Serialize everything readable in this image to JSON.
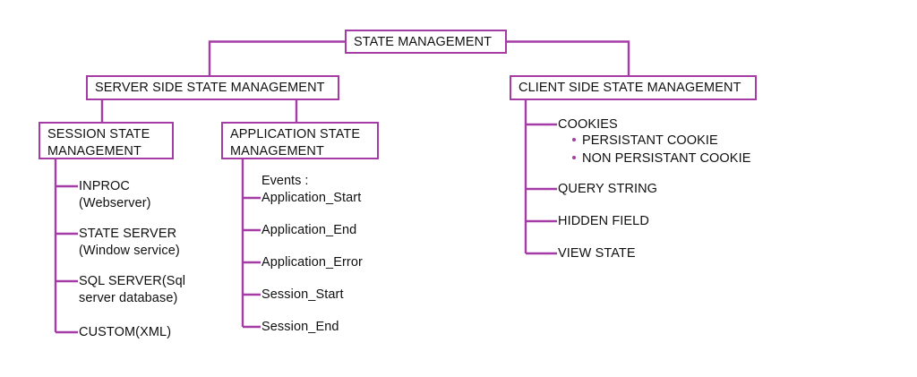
{
  "diagram": {
    "type": "tree-hierarchy",
    "title": "STATE MANAGEMENT",
    "accent_color": "#a53ca5",
    "bullet_color": "#a040a0",
    "text_color": "#101010",
    "background_color": "#ffffff",
    "root": {
      "label": "STATE MANAGEMENT"
    },
    "branches": [
      {
        "label": "SERVER SIDE STATE MANAGEMENT",
        "children": [
          {
            "label": "SESSION STATE\nMANAGEMENT",
            "items": [
              "INPROC\n(Webserver)",
              "STATE SERVER\n(Window service)",
              "SQL SERVER(Sql\nserver database)",
              "CUSTOM(XML)"
            ]
          },
          {
            "label": "APPLICATION STATE\nMANAGEMENT",
            "section_label": "Events :",
            "items": [
              "Application_Start",
              "Application_End",
              "Application_Error",
              "Session_Start",
              "Session_End"
            ]
          }
        ]
      },
      {
        "label": "CLIENT SIDE STATE MANAGEMENT",
        "items": [
          {
            "label": "COOKIES",
            "sub_items": [
              "PERSISTANT COOKIE",
              "NON PERSISTANT COOKIE"
            ]
          },
          {
            "label": "QUERY STRING",
            "sub_items": []
          },
          {
            "label": "HIDDEN FIELD",
            "sub_items": []
          },
          {
            "label": "VIEW STATE",
            "sub_items": []
          }
        ]
      }
    ]
  }
}
